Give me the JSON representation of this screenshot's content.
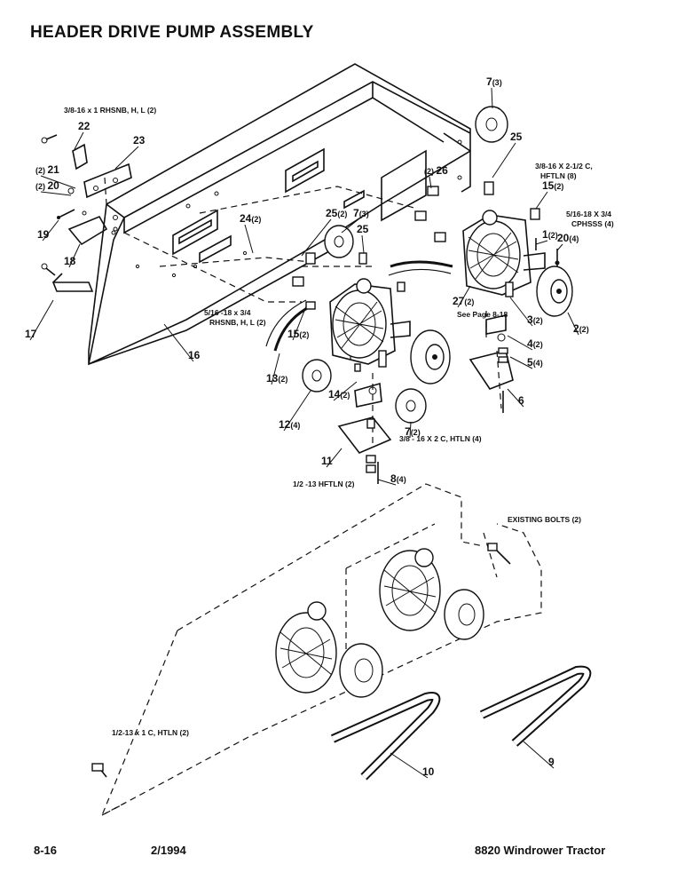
{
  "page": {
    "title": "HEADER DRIVE PUMP ASSEMBLY",
    "page_number": "8-16",
    "date": "2/1994",
    "model": "8820 Windrower Tractor"
  },
  "callouts": [
    {
      "id": "c7a",
      "num": "7",
      "qty": "(3)"
    },
    {
      "id": "c25a",
      "num": "25",
      "qty": ""
    },
    {
      "id": "c22",
      "num": "22",
      "qty": ""
    },
    {
      "id": "c23",
      "num": "23",
      "qty": ""
    },
    {
      "id": "c21",
      "num": "21",
      "qty": "(2)",
      "qty_first": true
    },
    {
      "id": "c20a",
      "num": "20",
      "qty": "(2)",
      "qty_first": true
    },
    {
      "id": "c26",
      "num": "26",
      "qty": "(2)",
      "qty_first": true
    },
    {
      "id": "c15a",
      "num": "15",
      "qty": "(2)"
    },
    {
      "id": "c19",
      "num": "19",
      "qty": ""
    },
    {
      "id": "c18",
      "num": "18",
      "qty": ""
    },
    {
      "id": "c24",
      "num": "24",
      "qty": "(2)"
    },
    {
      "id": "c25b",
      "num": "25",
      "qty": "(2)"
    },
    {
      "id": "c7b",
      "num": "7",
      "qty": "(3)"
    },
    {
      "id": "c25c",
      "num": "25",
      "qty": ""
    },
    {
      "id": "c1",
      "num": "1",
      "qty": "(2)"
    },
    {
      "id": "c20b",
      "num": "20",
      "qty": "(4)"
    },
    {
      "id": "c17",
      "num": "17",
      "qty": ""
    },
    {
      "id": "c16",
      "num": "16",
      "qty": ""
    },
    {
      "id": "c15b",
      "num": "15",
      "qty": "(2)"
    },
    {
      "id": "c27",
      "num": "27",
      "qty": "(2)"
    },
    {
      "id": "c3",
      "num": "3",
      "qty": "(2)"
    },
    {
      "id": "c2",
      "num": "2",
      "qty": "(2)"
    },
    {
      "id": "c4",
      "num": "4",
      "qty": "(2)"
    },
    {
      "id": "c5",
      "num": "5",
      "qty": "(4)"
    },
    {
      "id": "c13",
      "num": "13",
      "qty": "(2)"
    },
    {
      "id": "c14",
      "num": "14",
      "qty": "(2)"
    },
    {
      "id": "c6",
      "num": "6",
      "qty": ""
    },
    {
      "id": "c12",
      "num": "12",
      "qty": "(4)"
    },
    {
      "id": "c7c",
      "num": "7",
      "qty": "(2)"
    },
    {
      "id": "c11",
      "num": "11",
      "qty": ""
    },
    {
      "id": "c8",
      "num": "8",
      "qty": "(4)"
    },
    {
      "id": "c10",
      "num": "10",
      "qty": ""
    },
    {
      "id": "c9",
      "num": "9",
      "qty": ""
    }
  ],
  "notes": [
    {
      "id": "n1",
      "lines": [
        "3/8-16 x 1 RHSNB, H, L (2)"
      ]
    },
    {
      "id": "n2",
      "lines": [
        "3/8-16 X 2-1/2 C,",
        "HFTLN (8)"
      ]
    },
    {
      "id": "n3",
      "lines": [
        "5/16-18 X 3/4",
        "CPHSSS (4)"
      ]
    },
    {
      "id": "n4",
      "lines": [
        "5/16 -18 x 3/4",
        "RHSNB, H, L (2)"
      ]
    },
    {
      "id": "n5",
      "lines": [
        "See Page 8-18"
      ]
    },
    {
      "id": "n6",
      "lines": [
        "3/8 - 16 X 2 C, HTLN (4)"
      ]
    },
    {
      "id": "n7",
      "lines": [
        "1/2 -13 HFTLN (2)"
      ]
    },
    {
      "id": "n8",
      "lines": [
        "EXISTING BOLTS (2)"
      ]
    },
    {
      "id": "n9",
      "lines": [
        "1/2-13 x 1 C, HTLN (2)"
      ]
    }
  ]
}
